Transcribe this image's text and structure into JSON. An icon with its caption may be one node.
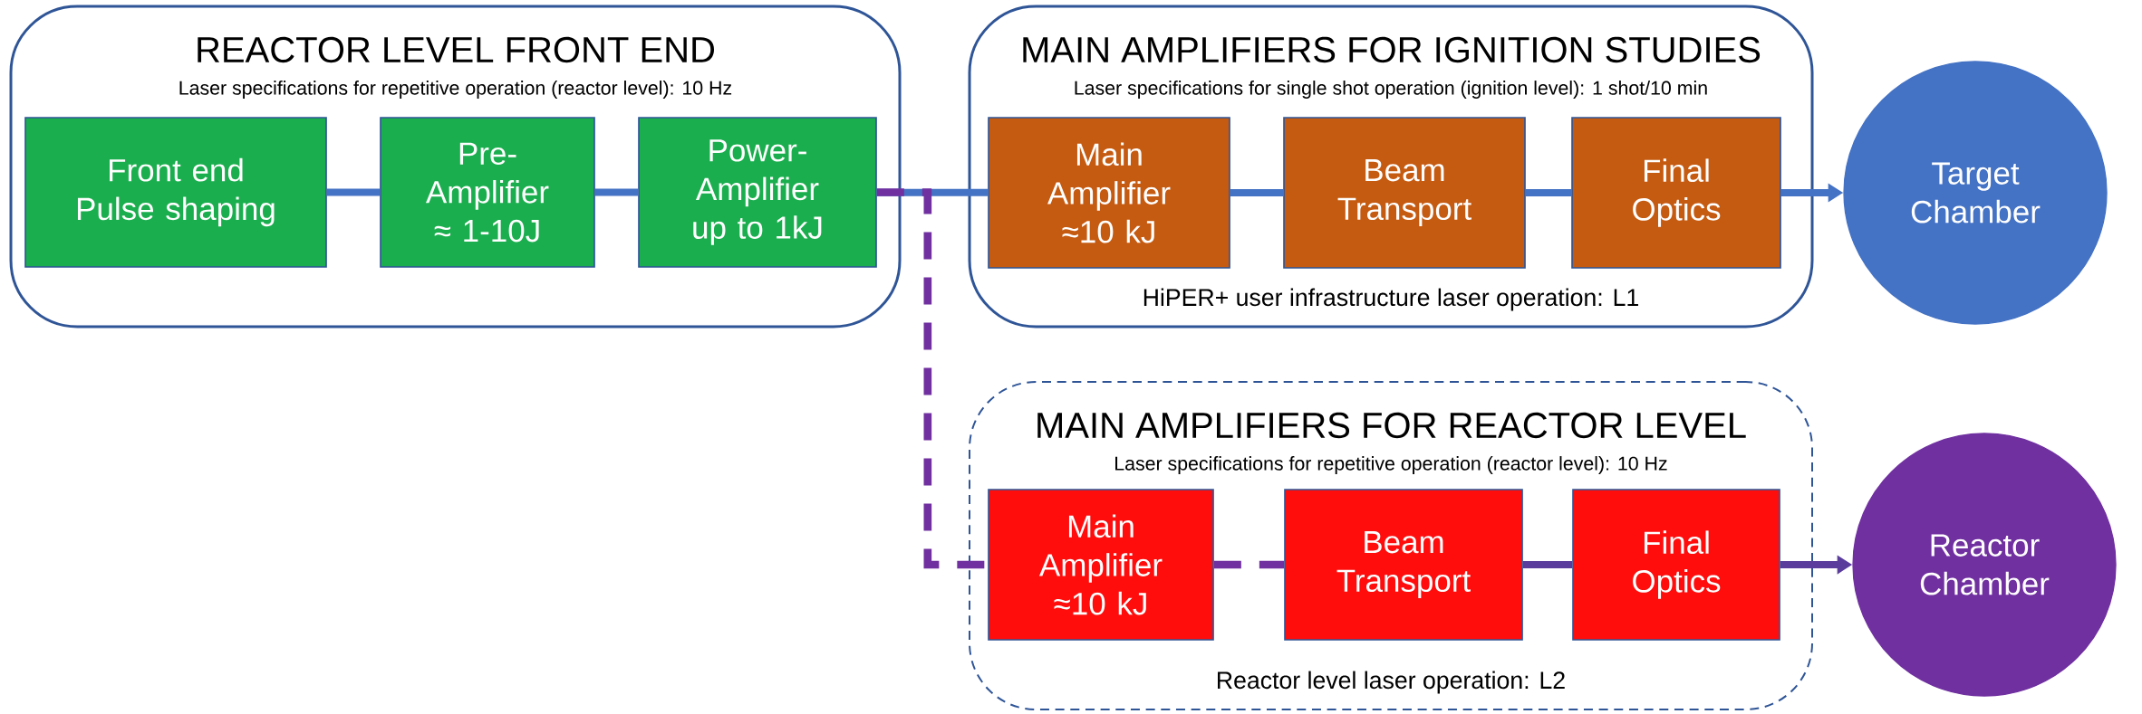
{
  "diagram": {
    "nodes": [
      {
        "text": [
          "REACTOR LEVEL FRONT END",
          "Laser specifications for repetitive operation (reactor level): 10 Hz"
        ]
      },
      {
        "text": [
          "Front end Pulse shaping"
        ],
        "in": 0
      },
      {
        "text": [
          "Pre- Amplifier ≈ 1-10J"
        ],
        "in": 0
      },
      {
        "text": [
          "Power- Amplifier up to 1kJ"
        ],
        "in": 0
      },
      {
        "text": [
          "MAIN AMPLIFIERS FOR IGNITION STUDIES",
          "Laser specifications for single shot operation (ignition level): 1 shot/10 min",
          "HiPER+ user infrastructure laser operation: L1"
        ]
      },
      {
        "text": [
          "Main Amplifier ≈10 kJ"
        ],
        "in": 4
      },
      {
        "text": [
          "Beam Transport"
        ],
        "in": 4
      },
      {
        "text": [
          "Final Optics"
        ],
        "in": 4
      },
      {
        "text": [
          "Target Chamber"
        ]
      },
      {
        "text": [
          "MAIN AMPLIFIERS FOR REACTOR LEVEL",
          "Laser specifications for repetitive operation (reactor level): 10 Hz",
          "Reactor level laser operation: L2"
        ]
      },
      {
        "text": [
          "Main Amplifier ≈10 kJ"
        ],
        "in": 9
      },
      {
        "text": [
          "Beam Transport"
        ],
        "in": 9
      },
      {
        "text": [
          "Final Optics"
        ],
        "in": 9
      },
      {
        "text": [
          "Reactor Chamber"
        ]
      }
    ],
    "edges": [
      {
        "from": 1,
        "to": 2,
        "arrow": "none"
      },
      {
        "from": 2,
        "to": 3,
        "arrow": "none"
      },
      {
        "from": 3,
        "to": 5,
        "arrow": "none"
      },
      {
        "from": 5,
        "to": 6,
        "arrow": "none"
      },
      {
        "from": 6,
        "to": 7,
        "arrow": "none"
      },
      {
        "from": 7,
        "to": 8,
        "arrow": "to"
      },
      {
        "from": 3,
        "to": 10,
        "arrow": "none",
        "style": "dashed",
        "color": "#7030a0"
      },
      {
        "from": 10,
        "to": 11,
        "arrow": "none",
        "style": "dashed",
        "color": "#7030a0"
      },
      {
        "from": 11,
        "to": 12,
        "arrow": "none",
        "color": "#5a3c9c"
      },
      {
        "from": 12,
        "to": 13,
        "arrow": "to",
        "color": "#5a3c9c"
      }
    ]
  }
}
